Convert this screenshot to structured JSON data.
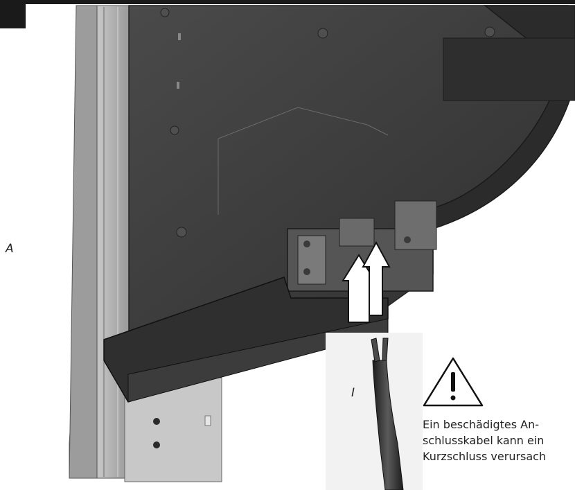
{
  "labels": {
    "a": "A",
    "i": "I"
  },
  "warning": {
    "icon": "warning-triangle-icon",
    "lines": [
      "Ein beschädigtes An-",
      "schlusskabel kann ein",
      "Kurzschluss verursach"
    ]
  },
  "colors": {
    "header": "#1a1a1a",
    "housing_dark": "#3b3b3b",
    "housing_light": "#8a8a8a",
    "rail": "#b5b5b5",
    "text": "#222222"
  }
}
